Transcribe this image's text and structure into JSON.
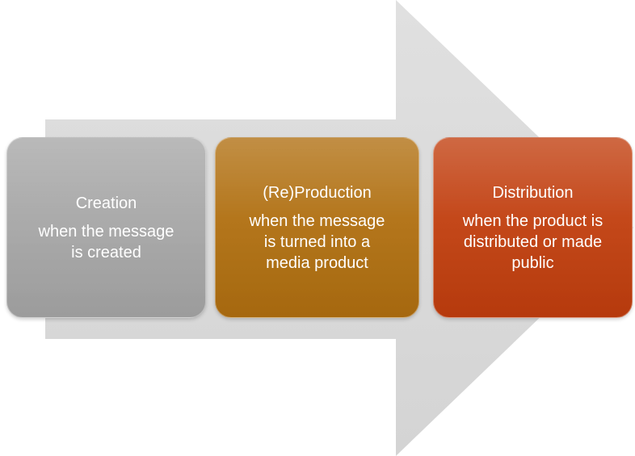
{
  "diagram": {
    "type": "process-arrow",
    "background_color": "#ffffff",
    "arrow": {
      "name": "right-arrow",
      "color": "#d9d9d9",
      "direction": "right"
    },
    "steps": [
      {
        "title": "Creation",
        "description": "when the message is created",
        "color": "#a6a6a6"
      },
      {
        "title": "(Re)Production",
        "description": "when the message is turned into a media product",
        "color": "#b06f10"
      },
      {
        "title": "Distribution",
        "description": "when the product is distributed or made public",
        "color": "#c13e0e"
      }
    ]
  }
}
